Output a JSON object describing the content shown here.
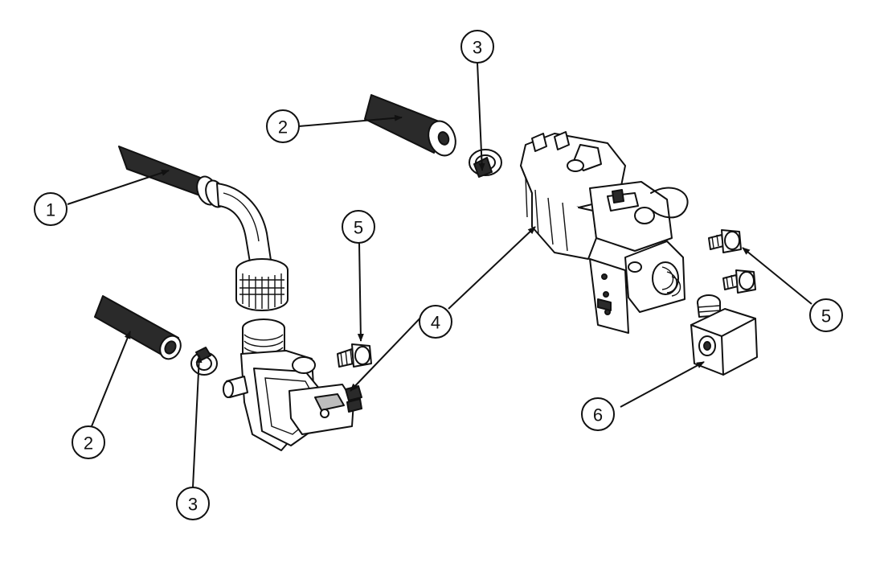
{
  "diagram": {
    "callouts": [
      {
        "id": "c1",
        "label": "1"
      },
      {
        "id": "c2a",
        "label": "2"
      },
      {
        "id": "c2b",
        "label": "2"
      },
      {
        "id": "c3a",
        "label": "3"
      },
      {
        "id": "c3b",
        "label": "3"
      },
      {
        "id": "c4",
        "label": "4"
      },
      {
        "id": "c5a",
        "label": "5"
      },
      {
        "id": "c5b",
        "label": "5"
      },
      {
        "id": "c6",
        "label": "6"
      }
    ]
  }
}
